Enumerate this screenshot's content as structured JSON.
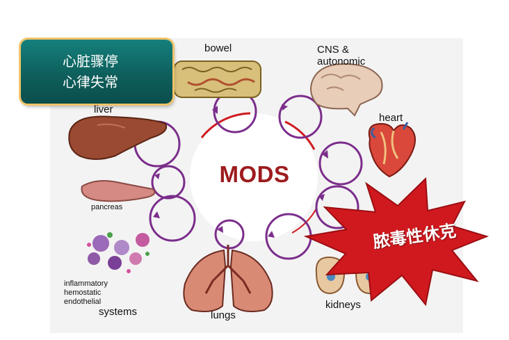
{
  "callout": {
    "line1": "心脏骤停",
    "line2": "心律失常"
  },
  "center": {
    "label": "MODS"
  },
  "organs": {
    "bowel": "bowel",
    "cns": "CNS &\nautonomic",
    "heart": "heart",
    "liver": "liver",
    "pancreas": "pancreas",
    "systems_sub": "inflammatory\nhemostatic\nendothelial",
    "systems": "systems",
    "lungs": "lungs",
    "kidneys": "kidneys"
  },
  "shock_badge": {
    "label": "脓毒性休克"
  },
  "colors": {
    "loop": "#7b2d8b",
    "accent_red": "#d0191f",
    "mods_text": "#9d1b1e",
    "callout_bg": "#0e5f5c",
    "callout_border": "#f2c46a"
  }
}
